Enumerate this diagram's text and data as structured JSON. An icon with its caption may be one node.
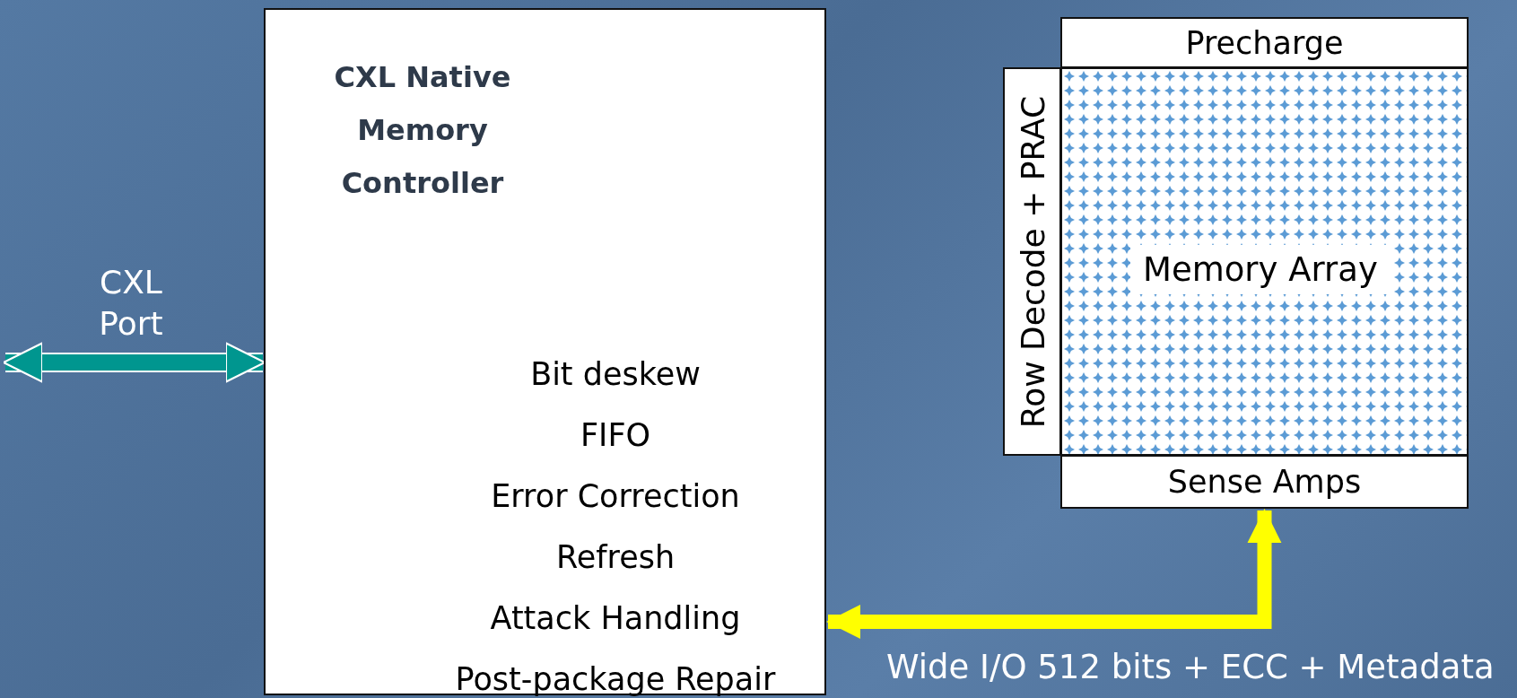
{
  "diagram": {
    "nodes": [
      {
        "text": [
          "CXL Native Memory Controller",
          "Bit deskew",
          "FIFO",
          "Error Correction",
          "Refresh",
          "Attack Handling",
          "Post-package Repair"
        ]
      },
      {
        "text": [
          "Precharge"
        ]
      },
      {
        "text": [
          "Row Decode + PRAC"
        ]
      },
      {
        "text": [
          "Memory Array"
        ]
      },
      {
        "text": [
          "Sense Amps"
        ]
      }
    ],
    "edges": [
      {
        "from": null,
        "to": 0,
        "arrow": "both",
        "label": "CXL Port",
        "color": "#00968f"
      },
      {
        "from": 4,
        "to": 0,
        "arrow": "both",
        "label": "Wide I/O 512 bits + ECC + Metadata",
        "color": "#ffff00"
      }
    ]
  }
}
